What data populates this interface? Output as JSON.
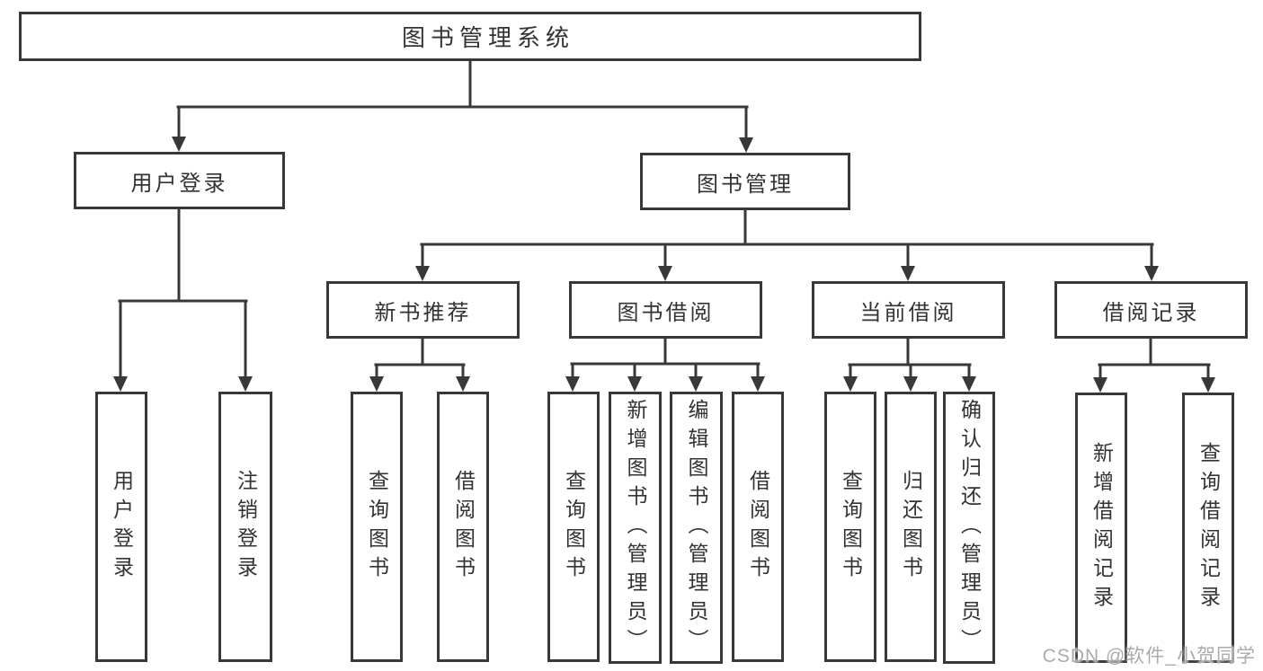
{
  "diagram": {
    "root": {
      "label": "图书管理系统"
    },
    "level2": [
      {
        "label": "用户登录",
        "children": [
          "用户登录",
          "注销登录"
        ]
      },
      {
        "label": "图书管理"
      }
    ],
    "level3": [
      {
        "label": "新书推荐",
        "children": [
          "查询图书",
          "借阅图书"
        ]
      },
      {
        "label": "图书借阅",
        "children": [
          "查询图书",
          "新增图书（管理员）",
          "编辑图书（管理员）",
          "借阅图书"
        ]
      },
      {
        "label": "当前借阅",
        "children": [
          "查询图书",
          "归还图书",
          "确认归还（管理员）"
        ]
      },
      {
        "label": "借阅记录",
        "children": [
          "新增借阅记录",
          "查询借阅记录"
        ]
      }
    ],
    "watermark": "CSDN @软件_小贺同学",
    "colors": {
      "line": "#383838",
      "text": "#333333",
      "watermark": "#ababab",
      "background": "#ffffff"
    }
  }
}
